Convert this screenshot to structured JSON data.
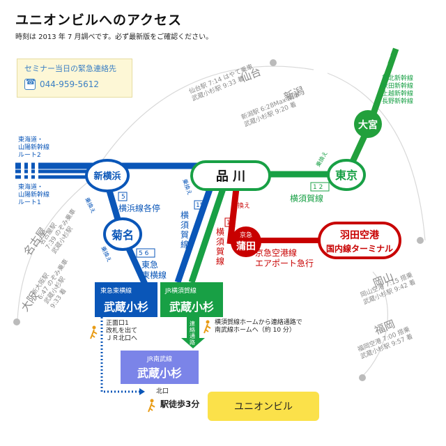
{
  "header": {
    "title": "ユニオンビルへのアクセス",
    "note": "時刻は 2013 年 7 月調べです。必ず最新版をご確認ください。"
  },
  "emergency": {
    "title": "セミナー当日の緊急連絡先",
    "phone": "044-959-5612"
  },
  "colors": {
    "tokyu": "#0a56b8",
    "yokosuka": "#18a045",
    "keikyu": "#c80000",
    "nambu": "#7b84e8",
    "tohoku": "#22a03c",
    "haneda_border": "#c80000",
    "destination": "#fbe14a"
  },
  "stations": {
    "shinyokohama": "新横浜",
    "kikuna": "菊名",
    "shinagawa": "品 川",
    "tokyo": "東京",
    "omiya": "大宮",
    "kamata": "蒲田",
    "kamata_prefix": "京急",
    "haneda_line1": "羽田空港",
    "haneda_line2": "国内線ターミナル"
  },
  "platforms": {
    "tokyu_op": "東急東横線",
    "tokyu_name": "武蔵小杉",
    "jr_yoko_op": "JR横須賀線",
    "jr_yoko_name": "武蔵小杉",
    "nambu_op": "JR南武線",
    "nambu_name": "武蔵小杉"
  },
  "lines": {
    "tokaido2": "東海道・\n山陽新幹線\nルート2",
    "tokaido1": "東海道・\n山陽新幹線\nルート1",
    "tohoku": "東北新幹線\n秋田新幹線\n上越新幹線\n長野新幹線",
    "yokohama_num": "5",
    "yokohama_line": "横浜線各停",
    "toyoko_nums": "5 6",
    "toyoko_line": "東急\n東横線",
    "yokosuka_num_v": "15",
    "yokosuka_v": "横\n須\n賀\n線",
    "yokosuka_num_h": "1 2",
    "yokosuka_h": "横須賀線",
    "keikyu_num": "15",
    "keikyu_v": "横\n須\n賀\n線",
    "keikyu_line": "京急空港線\nエアポート急行",
    "norikae": "乗換え",
    "renraku": "連\n絡\n通\n路"
  },
  "walk": {
    "south_exit": "正面口1",
    "south_exit_note": "改札を出て\nＪＲ北口へ",
    "transfer_note": "横須賀線ホームから連絡通路で\n南武線ホームへ（約 10 分）",
    "north_exit": "北口",
    "walk": "駅徒歩3分"
  },
  "destination": "ユニオンビル",
  "routes": {
    "sendai_city": "仙台",
    "sendai": "仙台駅 7:14 はやて乗車\n武蔵小杉駅 9:33 着",
    "niigata_city": "新潟",
    "niigata": "新潟駅 6:28Max 乗車\n武蔵小杉駅 9:20 着",
    "nagoya_city": "名古屋",
    "nagoya": "名古屋駅\n7:39 のぞみ乗車\n武蔵小杉駅",
    "osaka_city": "大阪",
    "osaka": "新大阪駅\n6:47 のぞみ乗車\n武蔵小杉駅\n9:33 着",
    "okayama_city": "岡山",
    "okayama": "岡山空港 7:15 搭乗\n武蔵小杉駅 9:42 着",
    "fukuoka_city": "福岡",
    "fukuoka": "福岡空港 7:00 搭乗\n武蔵小杉駅 9:57 着"
  }
}
